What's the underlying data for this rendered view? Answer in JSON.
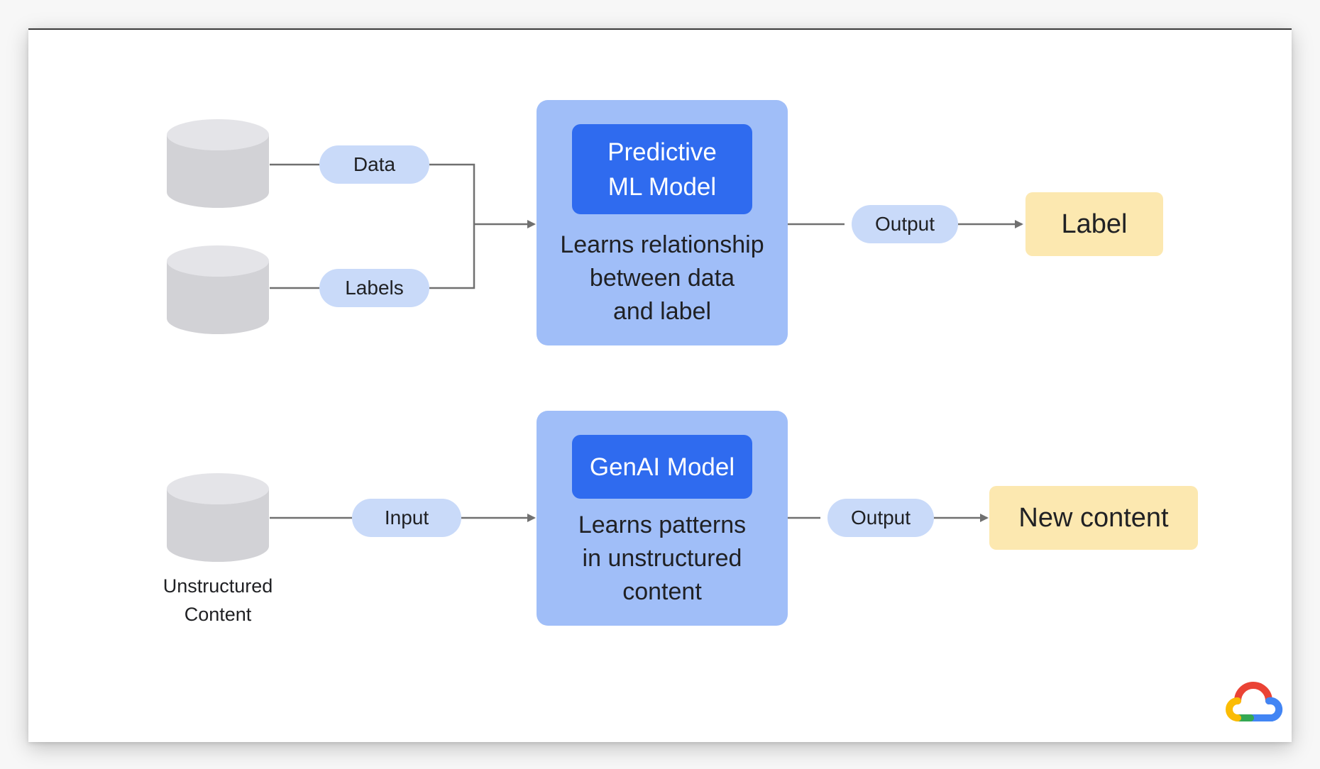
{
  "inputs": {
    "data_label": "Data",
    "labels_label": "Labels",
    "input_label": "Input",
    "unstructured_caption_line1": "Unstructured",
    "unstructured_caption_line2": "Content"
  },
  "predictive_model": {
    "title_line1": "Predictive",
    "title_line2": "ML Model",
    "desc_line1": "Learns relationship",
    "desc_line2": "between data",
    "desc_line3": "and label",
    "output_label": "Output",
    "result": "Label"
  },
  "genai_model": {
    "title": "GenAI Model",
    "desc_line1": "Learns patterns",
    "desc_line2": "in unstructured",
    "desc_line3": "content",
    "output_label": "Output",
    "result": "New content"
  },
  "colors": {
    "model_box": "#a0bef8",
    "model_title": "#2f6bef",
    "pill": "#c9daf9",
    "result": "#fce8b0",
    "cylinder": "#d2d2d6",
    "connector": "#707070"
  },
  "icons": {
    "database": "database-icon",
    "logo": "google-cloud-logo-icon"
  }
}
